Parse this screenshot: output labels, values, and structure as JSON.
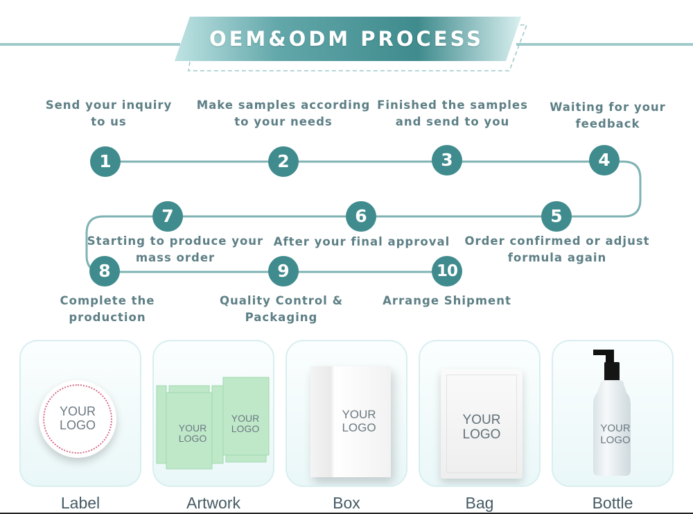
{
  "title": "OEM&ODM PROCESS",
  "steps": [
    {
      "number": "1",
      "label": "Send your inquiry\nto us"
    },
    {
      "number": "2",
      "label": "Make samples according\nto your needs"
    },
    {
      "number": "3",
      "label": "Finished the samples\nand send to you"
    },
    {
      "number": "4",
      "label": "Waiting for your\nfeedback"
    },
    {
      "number": "5",
      "label": "Order confirmed or adjust\nformula again"
    },
    {
      "number": "6",
      "label": "After your final approval"
    },
    {
      "number": "7",
      "label": "Starting to produce your\nmass order"
    },
    {
      "number": "8",
      "label": "Complete the\nproduction"
    },
    {
      "number": "9",
      "label": "Quality Control &\nPackaging"
    },
    {
      "number": "10",
      "label": "Arrange Shipment"
    }
  ],
  "logo_text": "YOUR\nLOGO",
  "cards": [
    {
      "label": "Label"
    },
    {
      "label": "Artwork"
    },
    {
      "label": "Box"
    },
    {
      "label": "Bag"
    },
    {
      "label": "Bottle"
    }
  ],
  "colors": {
    "accent": "#3f8b8d",
    "line": "#7fb2b3",
    "label_text": "#5d7f85"
  }
}
